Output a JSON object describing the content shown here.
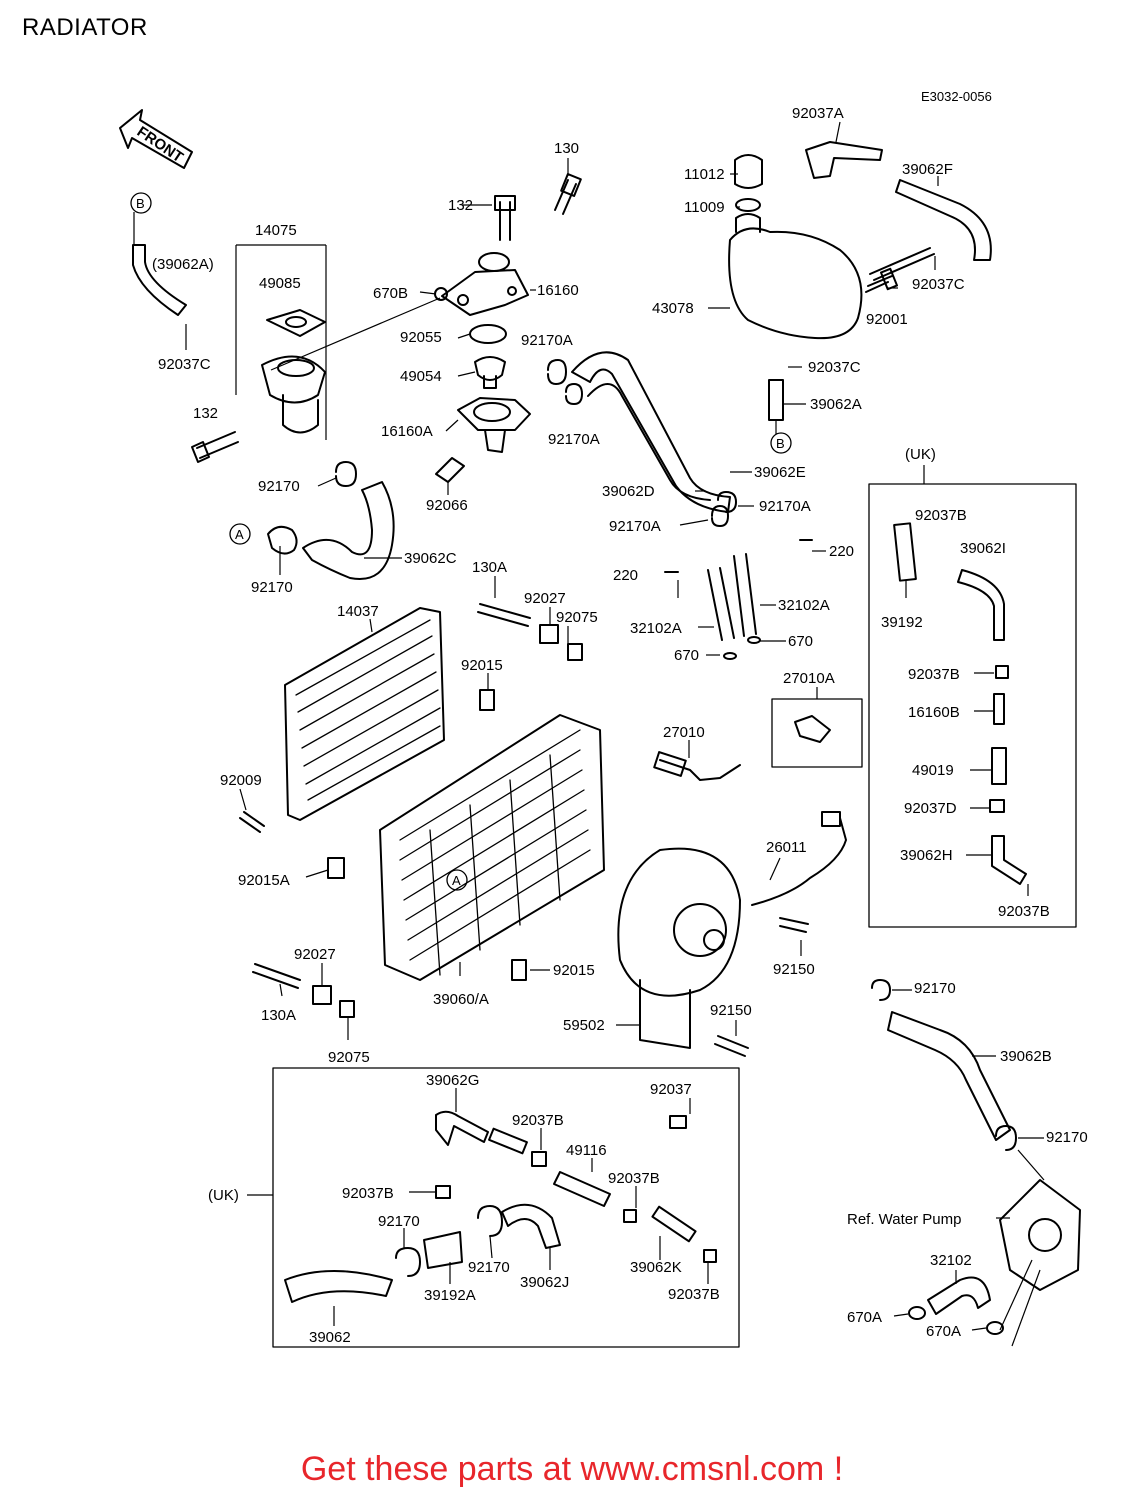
{
  "header": {
    "title": "RADIATOR",
    "drawing_code": "E3032-0056"
  },
  "footer": {
    "text": "Get these parts at www.cmsnl.com !"
  },
  "front_arrow": {
    "label": "FRONT"
  },
  "markers": [
    {
      "id": "B-top",
      "text": "B"
    },
    {
      "id": "B-mid",
      "text": "B"
    },
    {
      "id": "A-left",
      "text": "A"
    },
    {
      "id": "A-rad",
      "text": "A"
    }
  ],
  "regions": {
    "uk_label_top": "(UK)",
    "uk_label_bottom": "(UK)"
  },
  "part_labels": [
    "14075",
    "(39062A)",
    "49085",
    "92037C",
    "132",
    "670B",
    "92055",
    "132",
    "130",
    "16160",
    "49054",
    "16160A",
    "92066",
    "92170A",
    "92170A",
    "92170",
    "39062C",
    "92170",
    "39062E",
    "39062D",
    "92170A",
    "92170A",
    "11012",
    "11009",
    "92037A",
    "39062F",
    "43078",
    "92001",
    "92037C",
    "92037C",
    "39062A",
    "220",
    "220",
    "32102A",
    "32102A",
    "670",
    "670",
    "27010A",
    "27010",
    "14037",
    "130A",
    "92027",
    "92075",
    "92015",
    "92009",
    "92015A",
    "92027",
    "130A",
    "92075",
    "39060/A",
    "92015",
    "26011",
    "92150",
    "59502",
    "92150",
    "92170",
    "39062B",
    "92170",
    "Ref. Water Pump",
    "32102",
    "670A",
    "670A",
    "92037B",
    "39062I",
    "39192",
    "92037B",
    "16160B",
    "49019",
    "92037D",
    "39062H",
    "92037B",
    "39062G",
    "92037",
    "92037B",
    "49116",
    "92037B",
    "92037B",
    "92170",
    "39192A",
    "92170",
    "39062J",
    "39062K",
    "92037B",
    "39062"
  ]
}
